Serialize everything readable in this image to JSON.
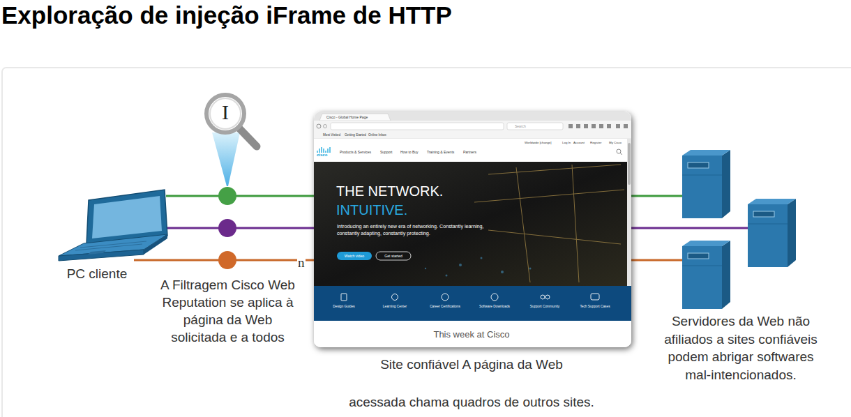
{
  "diagram": {
    "title": "Exploração de injeção iFrame de HTTP",
    "labels": [
      "I",
      "A Filtragem Cisco Web Reputation se aplica à página da Web solicitada e a todos",
      "n",
      "PC cliente",
      "Site confiável A página da Web",
      "acessada chama quadros de outros sites.",
      "Servidores da Web não afiliados a sites confiáveis podem abrigar softwares mal-intencionados.",
      "Cisco - Global Home Page",
      "Search",
      "Most Visited",
      "Getting Started",
      "Online Inbox",
      "Worldwide [change]",
      "Log In",
      "Account",
      "Register",
      "My Cisco",
      "cisco",
      "Products & Services",
      "Support",
      "How to Buy",
      "Training & Events",
      "Partners",
      "THE NETWORK.",
      "INTUITIVE.",
      "Introducing an entirely new era of networking. Constantly learning, constantly adapting, constantly protecting.",
      "Watch video",
      "Get started",
      "Design Guides",
      "Learning Center",
      "Career Certifications",
      "Software Downloads",
      "Support Community",
      "Tech Support Cases",
      "This week at Cisco"
    ]
  }
}
